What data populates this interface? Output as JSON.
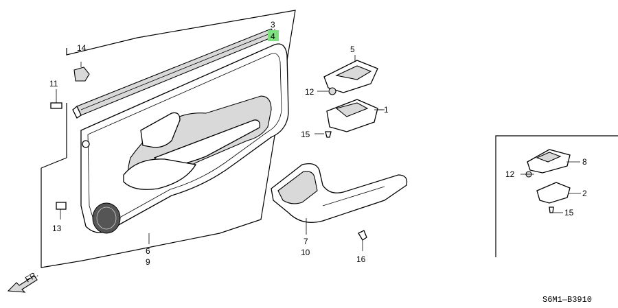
{
  "callouts": {
    "c1": "1",
    "c2": "2",
    "c3": "3",
    "c4": "4",
    "c5": "5",
    "c6": "6",
    "c7": "7",
    "c8": "8",
    "c9": "9",
    "c10": "10",
    "c11": "11",
    "c12a": "12",
    "c12b": "12",
    "c13": "13",
    "c14": "14",
    "c15a": "15",
    "c15b": "15",
    "c16": "16"
  },
  "front_arrow": "FR.",
  "diagram_code": "S6M1—B3910",
  "highlight_color": "#7ee07e"
}
